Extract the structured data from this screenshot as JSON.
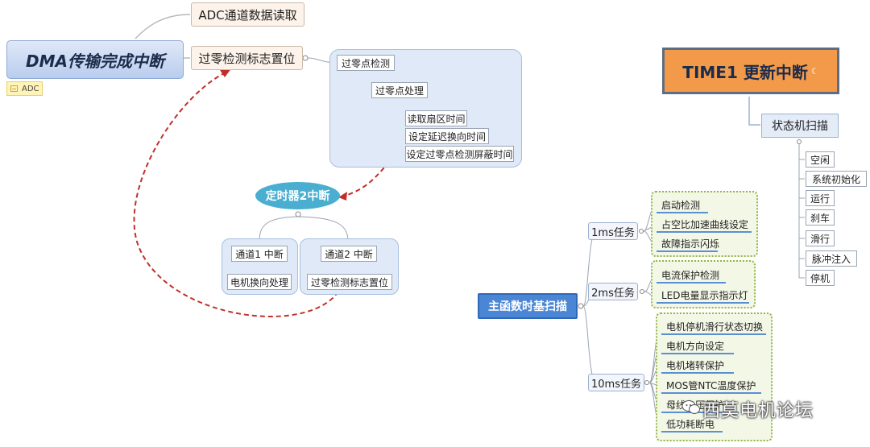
{
  "root": {
    "title": "DMA传输完成中断",
    "note": "ADC"
  },
  "dma_branches": {
    "adc": "ADC通道数据读取",
    "zero_flag": "过零检测标志置位"
  },
  "zero_detect": {
    "title": "过零点检测",
    "process": "过零点处理",
    "items": [
      "读取扇区时间",
      "设定延迟换向时间",
      "设定过零点检测屏蔽时间"
    ]
  },
  "timer2": {
    "title": "定时器2中断",
    "ch1": {
      "title": "通道1 中断",
      "item": "电机换向处理"
    },
    "ch2": {
      "title": "通道2 中断",
      "item": "过零检测标志置位"
    }
  },
  "time1": {
    "title": "TIME1 更新中断",
    "state_scan": "状态机扫描",
    "states": [
      "空闲",
      "系统初始化",
      "运行",
      "刹车",
      "滑行",
      "脉冲注入",
      "停机"
    ]
  },
  "main_scan": {
    "title": "主函数时基扫描",
    "tasks": [
      {
        "label": "1ms任务",
        "items": [
          "启动检测",
          "占空比加速曲线设定",
          "故障指示闪烁"
        ]
      },
      {
        "label": "2ms任务",
        "items": [
          "电流保护检测",
          "LED电量显示指示灯"
        ]
      },
      {
        "label": "10ms任务",
        "items": [
          "电机停机滑行状态切换",
          "电机方向设定",
          "电机堵转保护",
          "MOS管NTC温度保护",
          "母线电压保护",
          "低功耗断电"
        ]
      }
    ]
  },
  "watermark": "西莫电机论坛",
  "colors": {
    "arrow": "#c0302a",
    "connector": "#9aa4b2",
    "accent": "#4a86d4",
    "timer_orange": "#f39a4a",
    "oval_blue": "#4aaed1"
  }
}
